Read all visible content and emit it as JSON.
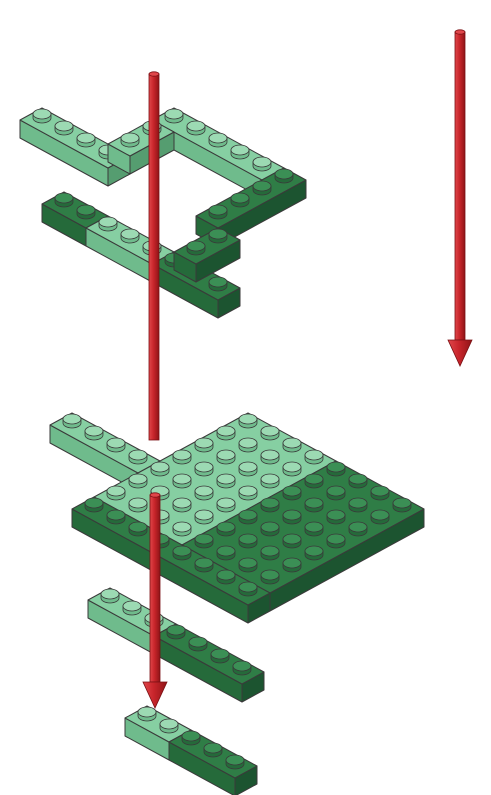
{
  "diagram": {
    "kind": "exploded-assembly",
    "subject": "brick-plate-build-step",
    "colors": {
      "light_top": "#86cfa2",
      "light_front": "#6fbb8c",
      "light_side": "#559d70",
      "light_stud_top": "#9cdab3",
      "dark_top": "#2f7d46",
      "dark_front": "#256a3a",
      "dark_side": "#1c5430",
      "dark_stud_top": "#3b8f55",
      "outline": "#3a3a3a",
      "arrow": "#c8252b",
      "arrow_shade": "#8f1417"
    },
    "layers": [
      {
        "name": "top-frame-layer",
        "pieces": [
          "light-plate-left-arm",
          "light-plate-back-rail",
          "dark-plate-right-rail",
          "dark-plate-front-right",
          "light-plate-front-mid",
          "dark-plate-front-left"
        ]
      },
      {
        "name": "middle-plate-layer",
        "pieces": [
          "light-large-plate",
          "dark-large-plate",
          "light-plate-left-arm",
          "dark-plate-front-strip"
        ]
      },
      {
        "name": "lower-strip-layer",
        "pieces": [
          "light-1x3-plate",
          "dark-1x4-plate"
        ]
      },
      {
        "name": "bottom-strip-layer",
        "pieces": [
          "light-1x2-plate",
          "dark-1x3-plate"
        ]
      }
    ],
    "arrows": [
      {
        "name": "arrow-left",
        "direction": "down"
      },
      {
        "name": "arrow-right",
        "direction": "down"
      },
      {
        "name": "arrow-bottom",
        "direction": "down"
      }
    ]
  }
}
